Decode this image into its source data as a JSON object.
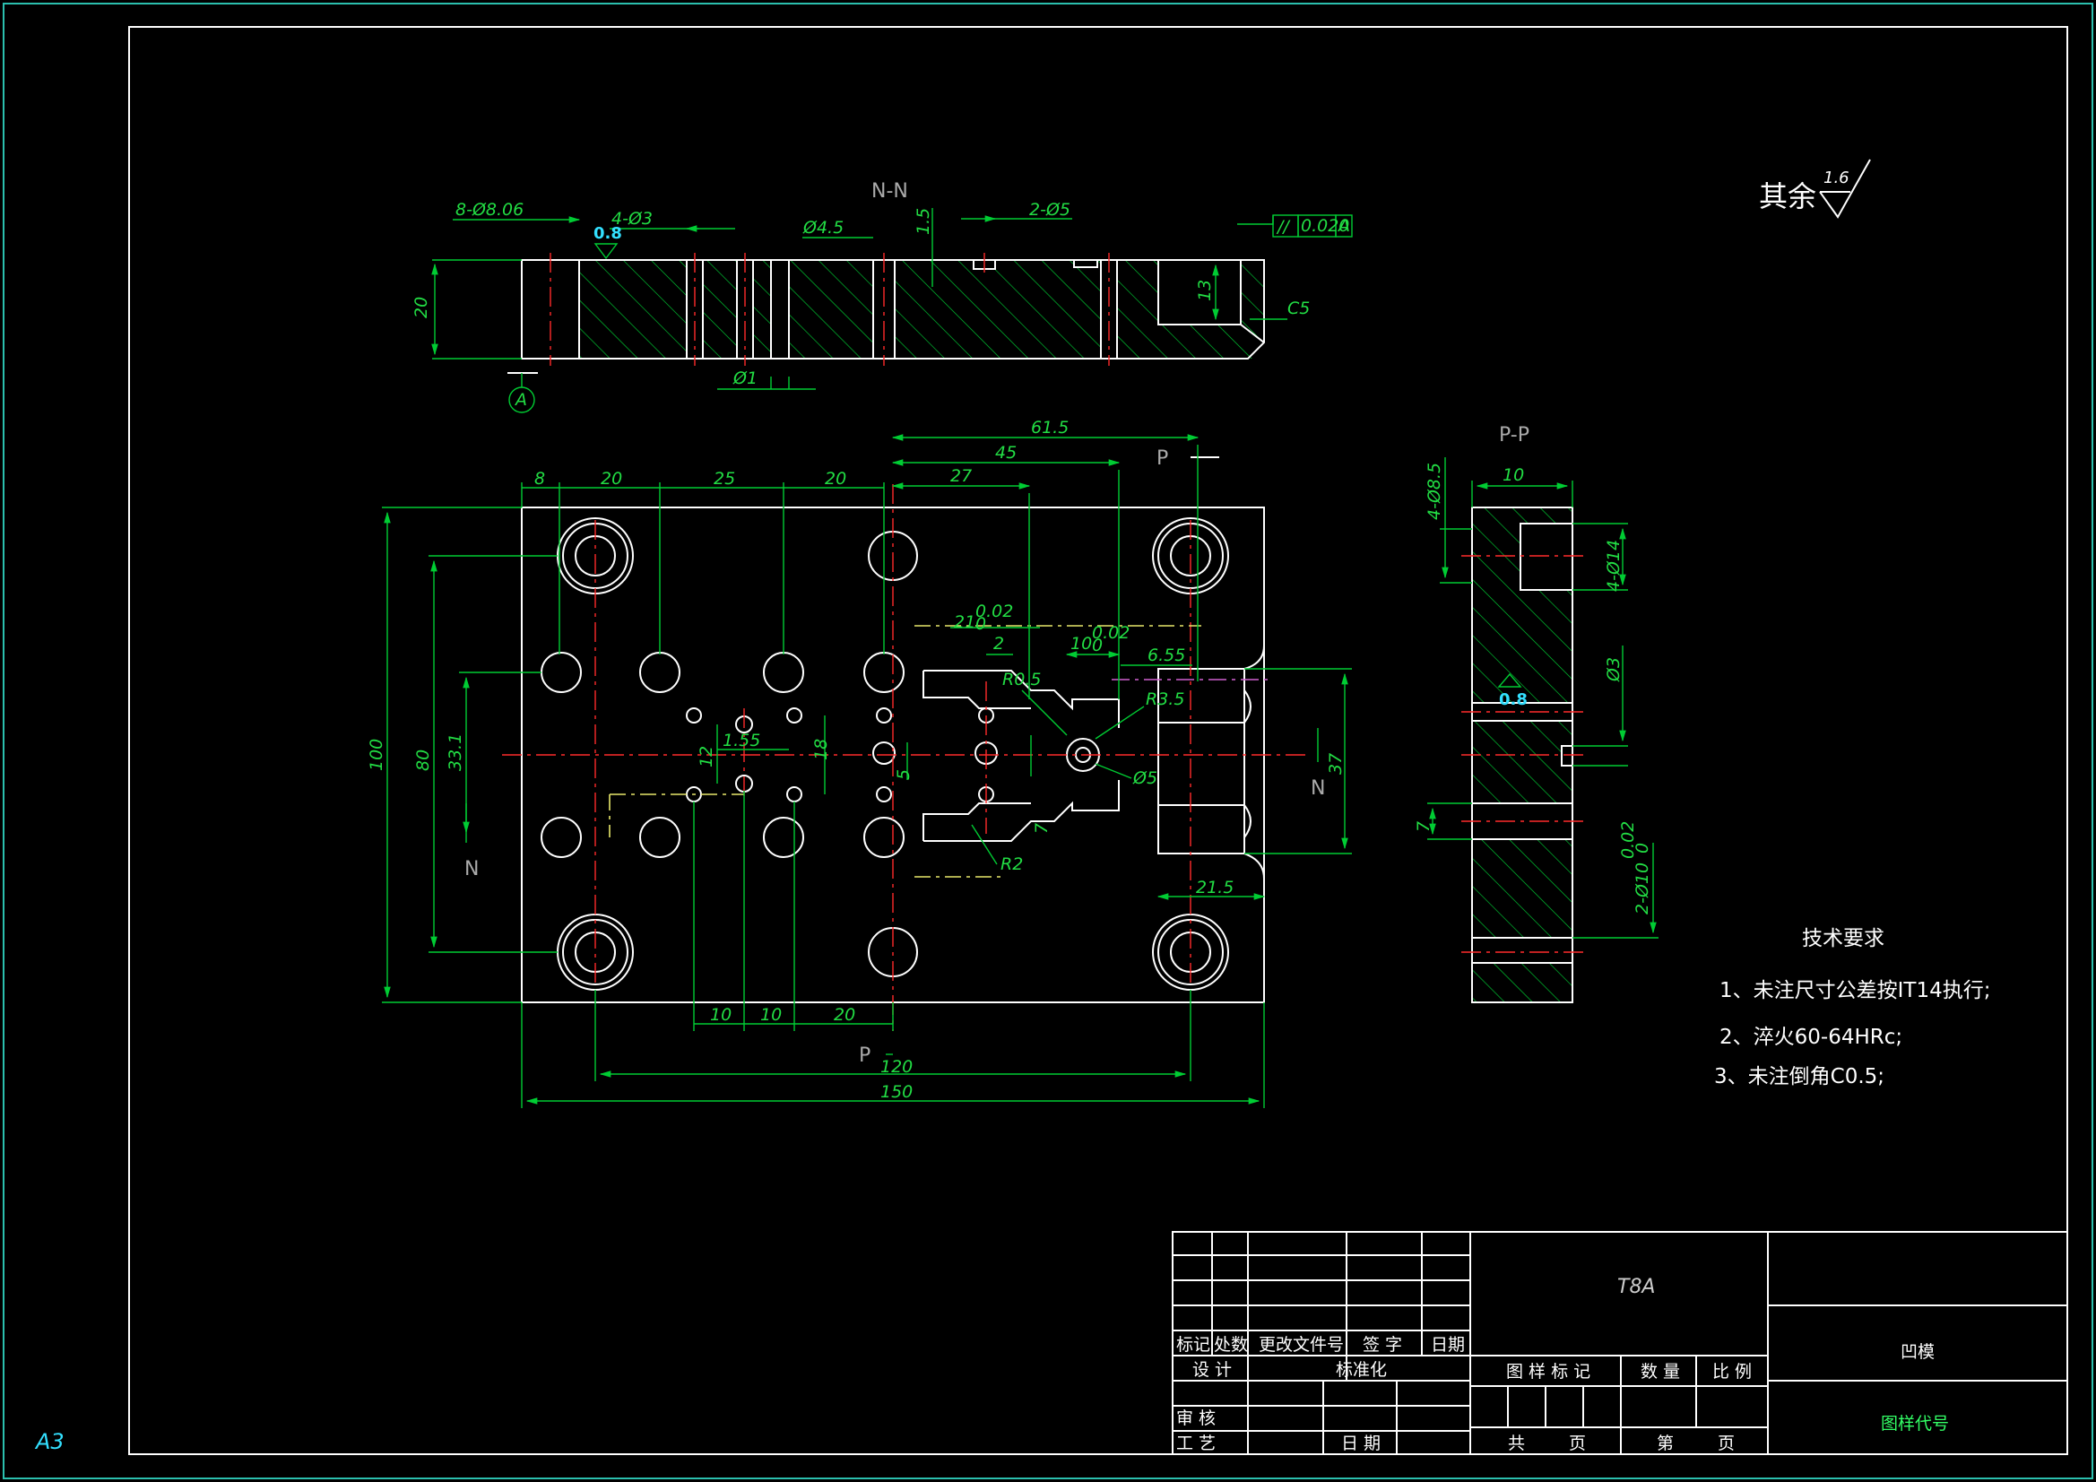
{
  "sheet": {
    "size_label": "A3"
  },
  "views": {
    "nn_title": "N-N",
    "pp_title": "P-P",
    "section_marks": {
      "n_left": "N",
      "n_right": "N",
      "p_top": "P",
      "p_bottom": "P"
    },
    "datum": "A"
  },
  "roughness": {
    "general_prefix": "其余",
    "general_value": "1.6",
    "local_value_1": "0.8",
    "local_value_2": "0.8"
  },
  "tolerance_frame": {
    "symbol": "//",
    "value": "0.020",
    "datum": "A"
  },
  "dimensions_section": {
    "d1": "8-Ø8.06",
    "d2": "4-Ø3",
    "d3": "Ø4.5",
    "d4": "1.5",
    "d5": "2-Ø5",
    "d6": "20",
    "d7": "13",
    "d8": "C5",
    "d9": "Ø1"
  },
  "dimensions_plan": {
    "top_8": "8",
    "top_20a": "20",
    "top_25": "25",
    "top_20b": "20",
    "d_61_5": "61.5",
    "d_45": "45",
    "d_27": "27",
    "d_21": "21",
    "d_21_tol": "0.02",
    "d_21_tol_low": "0",
    "d_2": "2",
    "d_10": "10",
    "d_10_tol": "0.02",
    "d_10_tol_low": "0",
    "d_6_55": "6.55",
    "r_0_5": "R0.5",
    "r_3_5": "R3.5",
    "r_2": "R2",
    "d_phi5": "Ø5",
    "left_100": "100",
    "left_80": "80",
    "left_33_1": "33.1",
    "in_1_55": "1.55",
    "in_12": "12",
    "in_18": "18",
    "in_5": "5",
    "in_7": "7",
    "right_37": "37",
    "d_21_5": "21.5",
    "bot_10a": "10",
    "bot_10b": "10",
    "bot_20": "20",
    "bot_120": "120",
    "bot_150": "150"
  },
  "dimensions_pp": {
    "d_4_8_5": "4-Ø8.5",
    "d_10": "10",
    "d_4_14": "4-Ø14",
    "d_3": "Ø3",
    "d_7": "7",
    "d_2_10": "2-Ø10",
    "d_2_10_tol": "0.02",
    "d_2_10_tol_low": "0"
  },
  "notes": {
    "title": "技术要求",
    "items": [
      "1、未注尺寸公差按IT14执行;",
      "2、淬火60-64HRc;",
      "3、未注倒角C0.5;"
    ]
  },
  "title_block": {
    "material": "T8A",
    "part_name": "凹模",
    "drawing_no_label": "图样代号",
    "rev_headers": [
      "标记",
      "处数",
      "更改文件号",
      "签 字",
      "日期"
    ],
    "design": "设 计",
    "standard": "标准化",
    "review": "审 核",
    "process": "工 艺",
    "date": "日 期",
    "mark_label": "图 样 标 记",
    "qty_label": "数 量",
    "scale_label": "比 例",
    "total_label": "共",
    "page_label": "页",
    "sheet_label": "第",
    "page_label2": "页"
  },
  "colors": {
    "background": "#000000",
    "outline": "#ffffff",
    "dimension": "#00cc33",
    "centerline": "#ff2a2a",
    "hidden": "#e8e86a",
    "accent": "#33e0ff"
  }
}
